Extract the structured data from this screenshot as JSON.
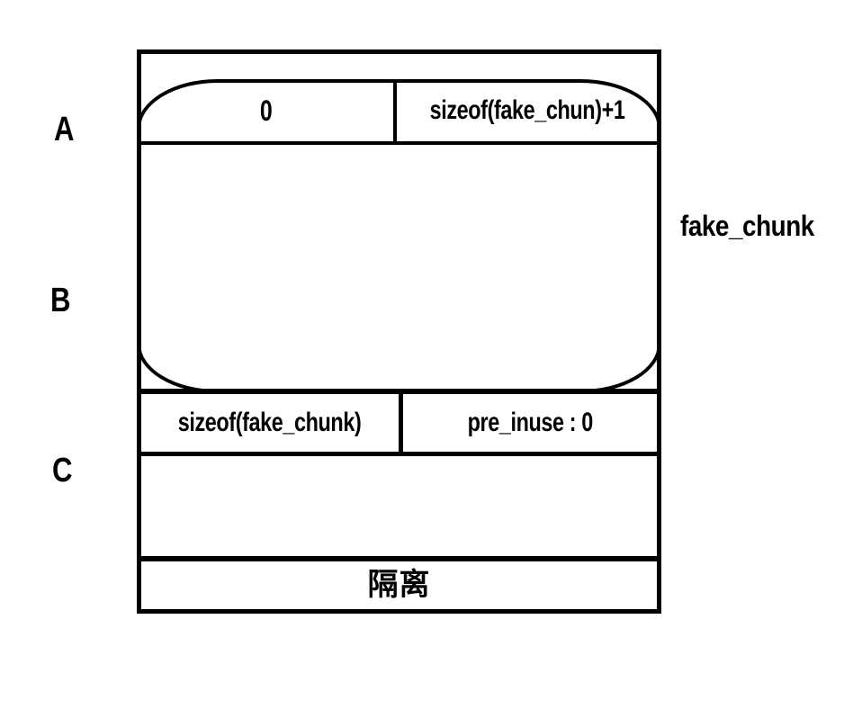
{
  "labels": {
    "row_a": "A",
    "row_b": "B",
    "row_c": "C",
    "chunk": "fake_chunk"
  },
  "cells": {
    "prev_size": "0",
    "size": "sizeof(fake_chun)+1",
    "next_chunk_size": "sizeof(fake_chunk)",
    "pre_inuse": "pre_inuse : 0",
    "isolation": "隔离"
  },
  "colors": {
    "line": "#000000",
    "background": "#ffffff"
  }
}
